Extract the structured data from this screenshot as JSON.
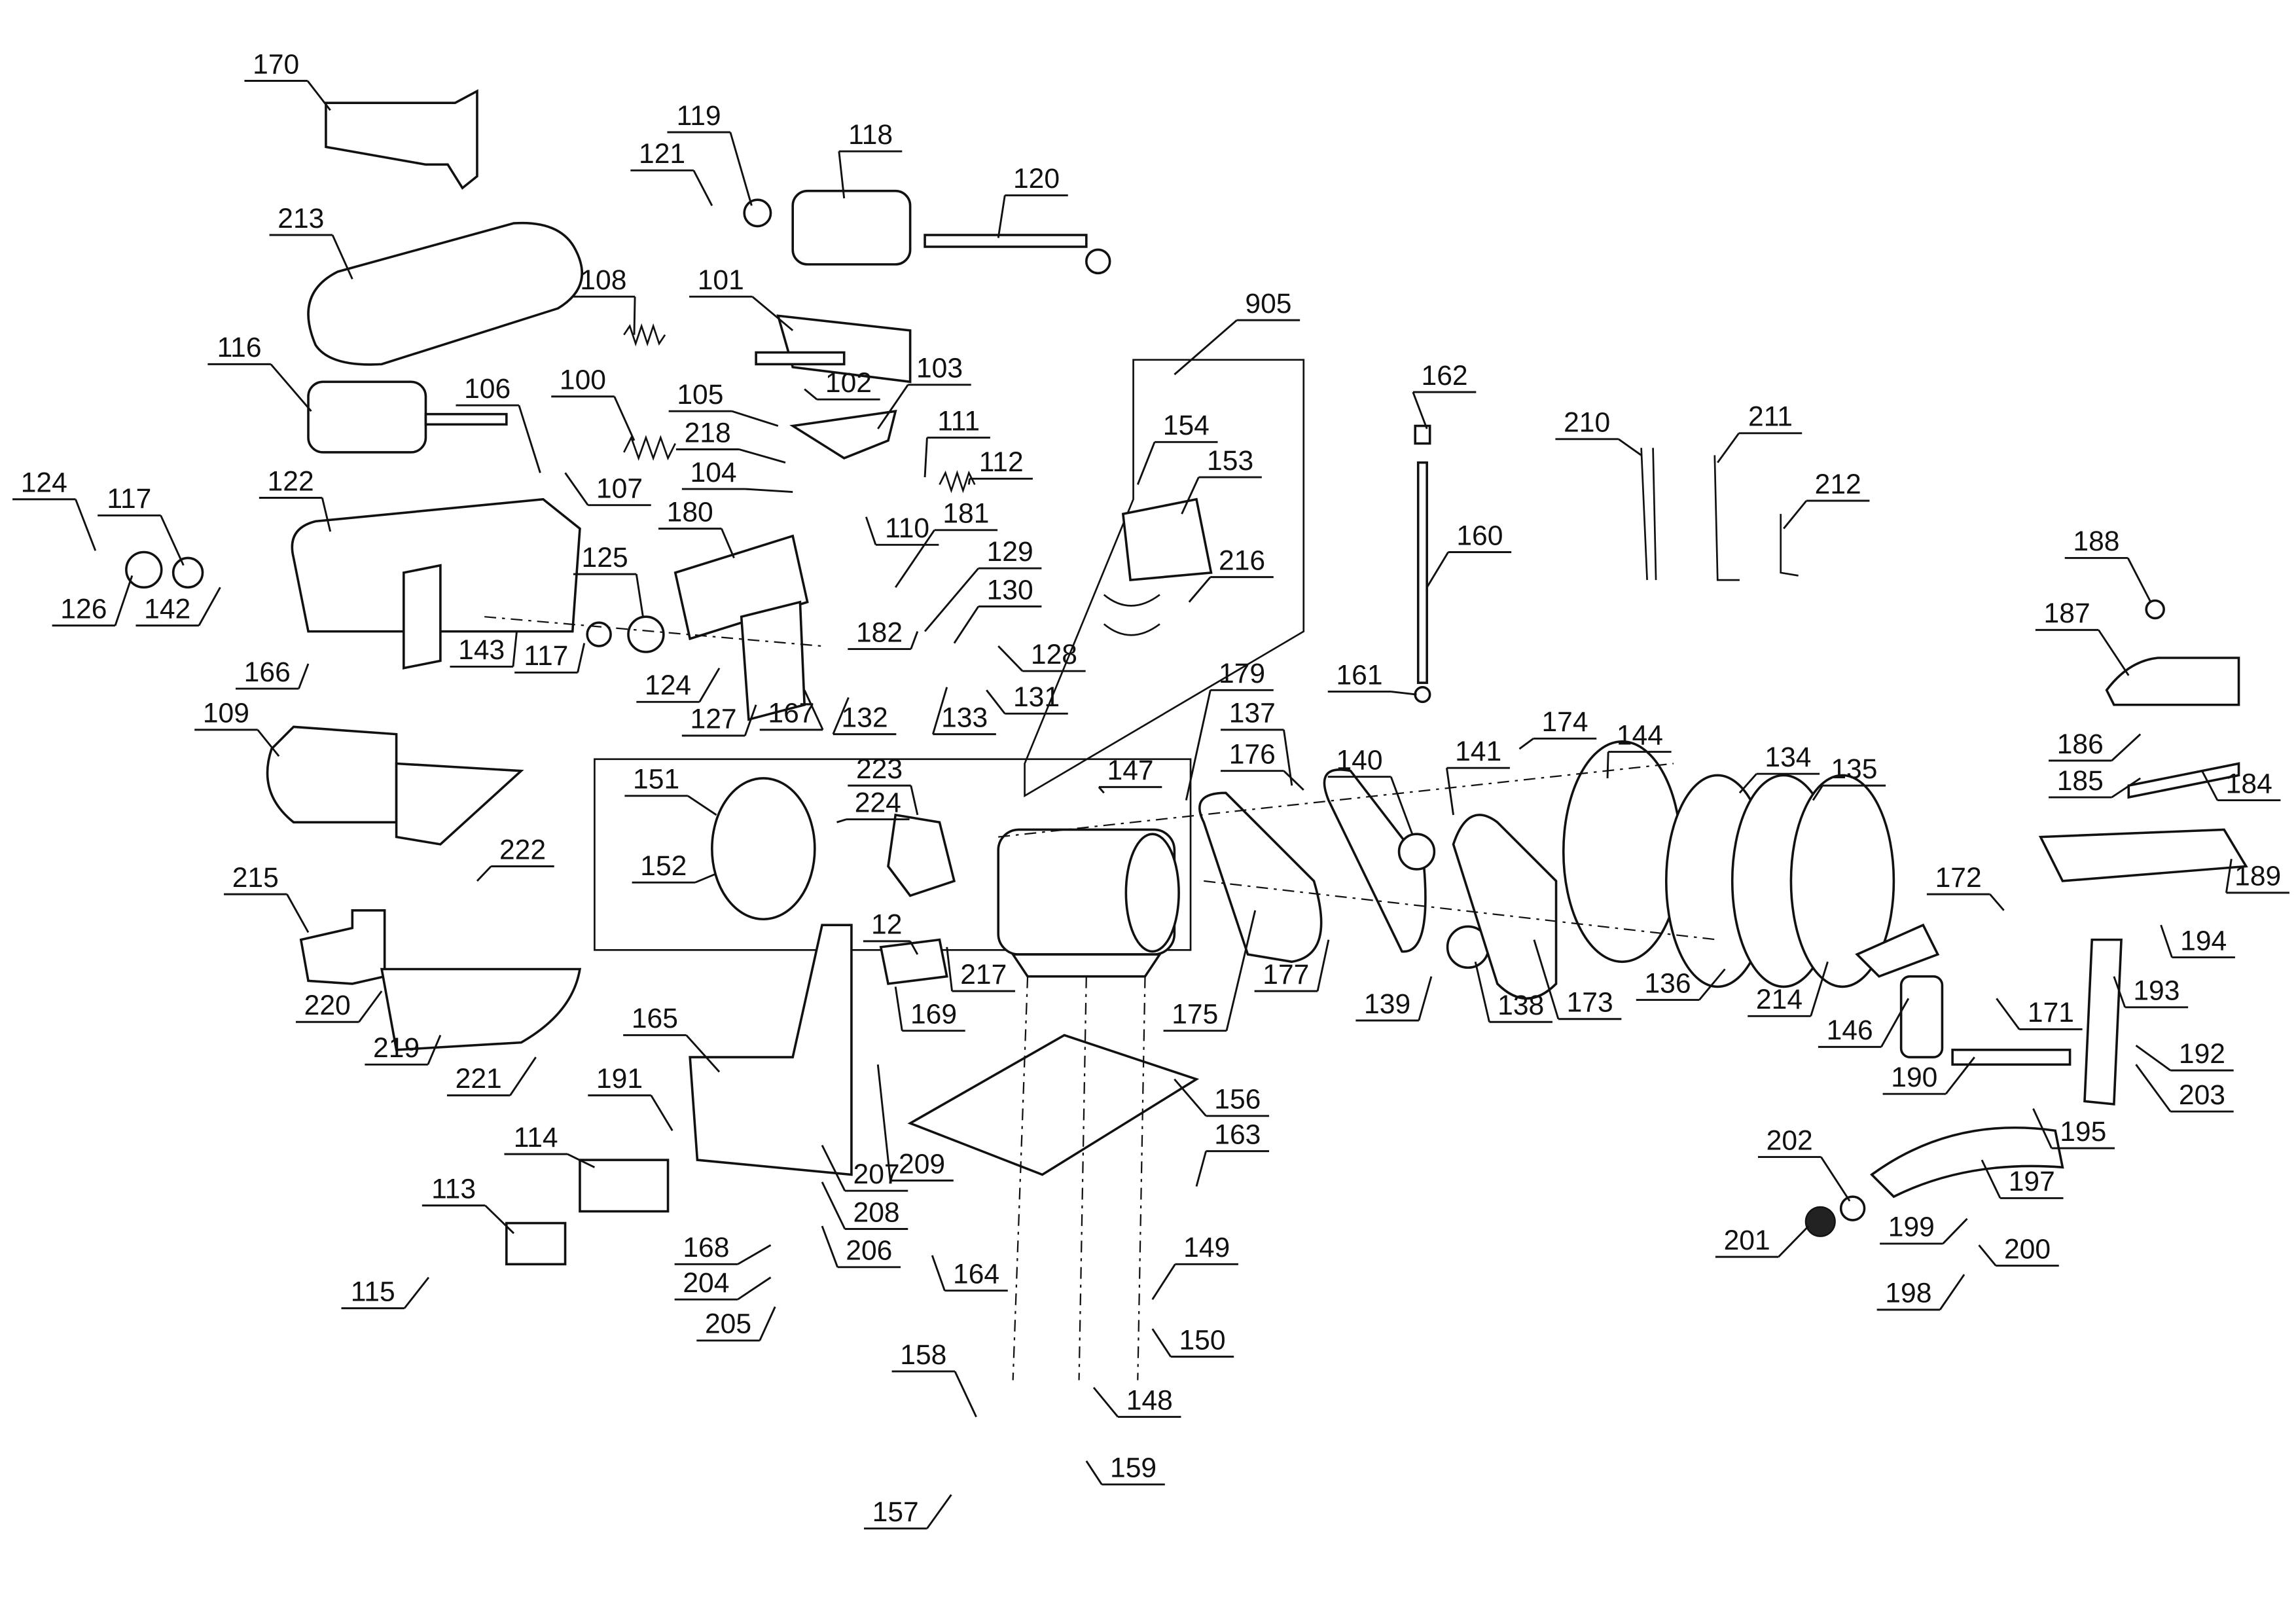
{
  "diagram": {
    "type": "exploded parts diagram",
    "callouts": [
      "170",
      "119",
      "118",
      "121",
      "120",
      "213",
      "108",
      "101",
      "905",
      "116",
      "106",
      "100",
      "102",
      "103",
      "162",
      "210",
      "211",
      "154",
      "105",
      "111",
      "218",
      "153",
      "112",
      "124",
      "104",
      "107",
      "212",
      "117",
      "122",
      "180",
      "181",
      "110",
      "160",
      "188",
      "125",
      "129",
      "216",
      "126",
      "142",
      "187",
      "130",
      "143",
      "117",
      "182",
      "128",
      "124",
      "166",
      "161",
      "179",
      "131",
      "127",
      "167",
      "132",
      "133",
      "137",
      "174",
      "109",
      "141",
      "144",
      "176",
      "140",
      "186",
      "134",
      "135",
      "223",
      "151",
      "147",
      "185",
      "184",
      "224",
      "152",
      "222",
      "215",
      "189",
      "172",
      "194",
      "12",
      "177",
      "220",
      "175",
      "139",
      "138",
      "173",
      "136",
      "214",
      "193",
      "171",
      "146",
      "165",
      "169",
      "217",
      "219",
      "221",
      "156",
      "190",
      "192",
      "203",
      "191",
      "163",
      "209",
      "195",
      "114",
      "207",
      "202",
      "197",
      "113",
      "208",
      "199",
      "168",
      "206",
      "149",
      "164",
      "201",
      "200",
      "204",
      "115",
      "198",
      "205",
      "150",
      "158",
      "148",
      "159",
      "157"
    ],
    "colors": {
      "line": "#111111",
      "background": "#ffffff"
    }
  }
}
